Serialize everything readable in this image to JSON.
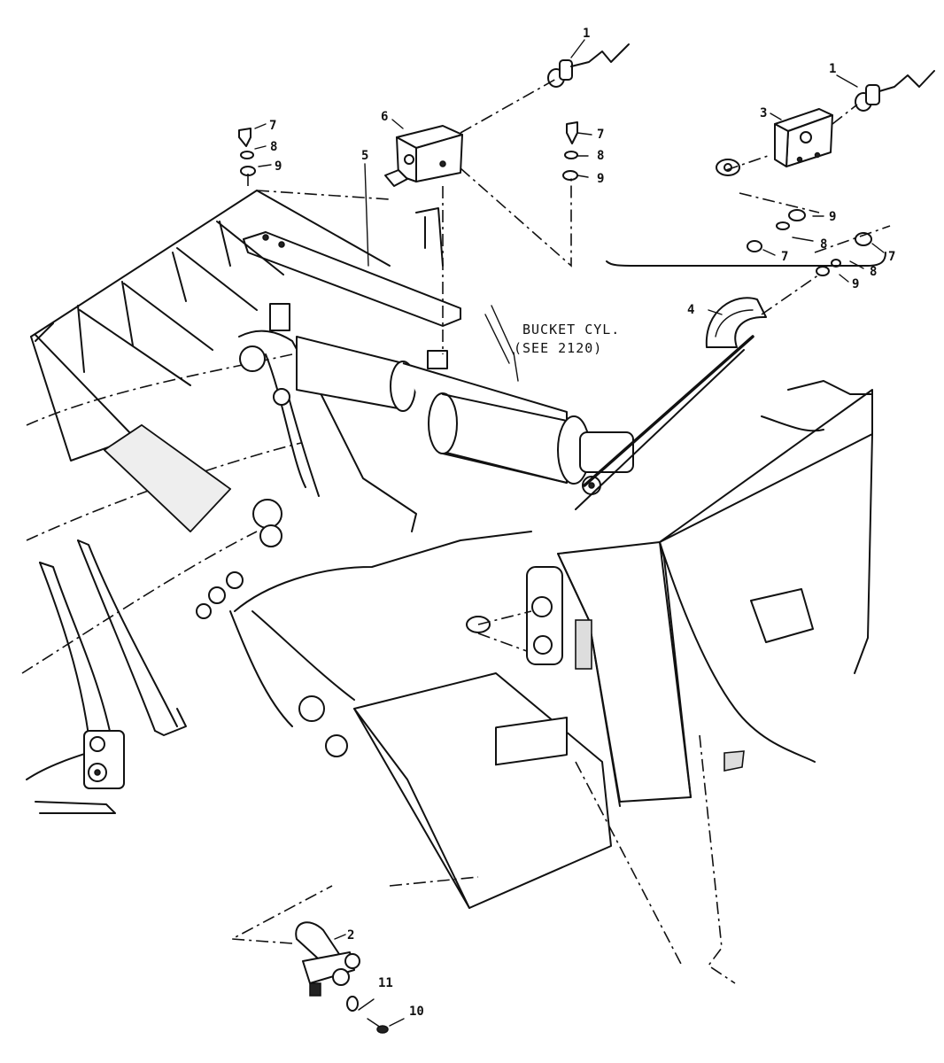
{
  "diagram": {
    "callouts": {
      "c1a": "1",
      "c1b": "1",
      "c2": "2",
      "c3": "3",
      "c4": "4",
      "c5": "5",
      "c6": "6",
      "c7a": "7",
      "c7b": "7",
      "c7c": "7",
      "c7d": "7",
      "c8a": "8",
      "c8b": "8",
      "c8c": "8",
      "c8d": "8",
      "c9a": "9",
      "c9b": "9",
      "c9c": "9",
      "c9d": "9",
      "c10": "10",
      "c11": "11"
    },
    "note_line1": "BUCKET CYL.",
    "note_line2": "(SEE 2120)"
  }
}
